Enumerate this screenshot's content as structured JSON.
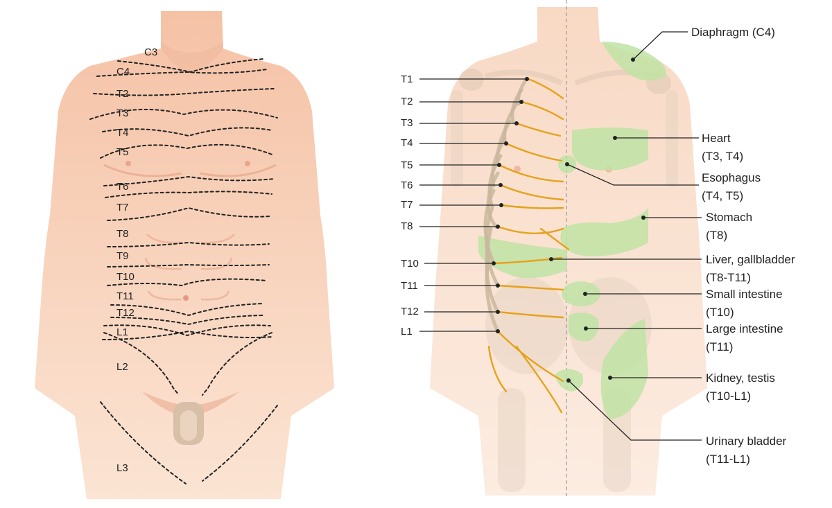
{
  "dermatomes": [
    "C3",
    "C4",
    "T2",
    "T3",
    "T4",
    "T5",
    "T6",
    "T7",
    "T8",
    "T9",
    "T10",
    "T11",
    "T12",
    "L1",
    "L2",
    "L3"
  ],
  "nerves": [
    "T1",
    "T2",
    "T3",
    "T4",
    "T5",
    "T6",
    "T7",
    "T8",
    "T10",
    "T11",
    "T12",
    "L1"
  ],
  "organs": [
    {
      "name": "Diaphragm (C4)",
      "segments": ""
    },
    {
      "name": "Heart",
      "segments": "(T3, T4)"
    },
    {
      "name": "Esophagus",
      "segments": "(T4, T5)"
    },
    {
      "name": "Stomach",
      "segments": "(T8)"
    },
    {
      "name": "Liver, gallbladder",
      "segments": "(T8-T11)"
    },
    {
      "name": "Small intestine",
      "segments": "(T10)"
    },
    {
      "name": "Large intestine",
      "segments": "(T11)"
    },
    {
      "name": "Kidney, testis",
      "segments": "(T10-L1)"
    },
    {
      "name": "Urinary bladder",
      "segments": "(T11-L1)"
    }
  ],
  "colors": {
    "skin": "#f7cdb4",
    "skin_light": "#fbe3d3",
    "organ": "#bfe3a5",
    "nerve": "#e5a21b"
  }
}
